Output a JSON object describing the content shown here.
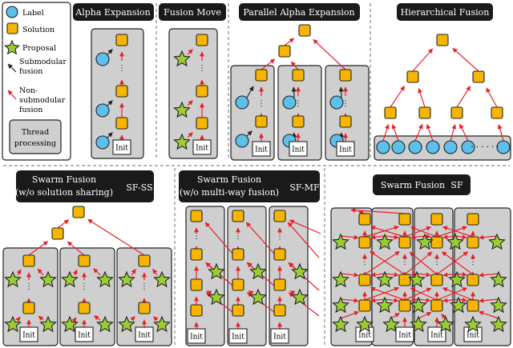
{
  "legend": {
    "label": "Label",
    "solution": "Solution",
    "proposal": "Proposal",
    "submodular": [
      "Submodular",
      "fusion"
    ],
    "nonsubmodular": [
      "Non-",
      "submodular",
      "fusion"
    ],
    "thread": [
      "Thread",
      "processing"
    ]
  },
  "panels": {
    "alpha_expansion": "Alpha Expansion",
    "fusion_move": "Fusion Move",
    "parallel_alpha": "Parallel Alpha Expansion",
    "hierarchical": "Hierarchical Fusion"
  },
  "swarm": {
    "ss": {
      "line1": "Swarm Fusion",
      "line2": "(w/o solution sharing)",
      "tag": "SF-SS"
    },
    "mf": {
      "line1": "Swarm Fusion",
      "line2": "(w/o multi-way fusion)",
      "tag": "SF-MF"
    },
    "sf": {
      "line1": "Swarm Fusion",
      "tag": "SF"
    }
  },
  "node_text": {
    "init": "Init",
    "vdots": "⋮",
    "hdots": "· · · · · ·"
  },
  "colors": {
    "solution": "#f7b500",
    "label": "#5bc0eb",
    "proposal": "#9acd32",
    "nonsubmodular_arrow": "#e8202a",
    "submodular_arrow": "#222222",
    "thread": "#cfcfcf"
  }
}
